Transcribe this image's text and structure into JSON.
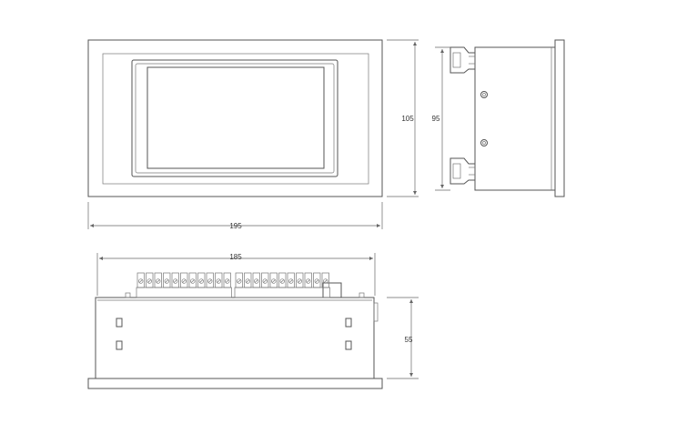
{
  "dimensions": {
    "front_width": "195",
    "front_height": "105",
    "side_height": "95",
    "bottom_width": "185",
    "bottom_depth": "55"
  }
}
